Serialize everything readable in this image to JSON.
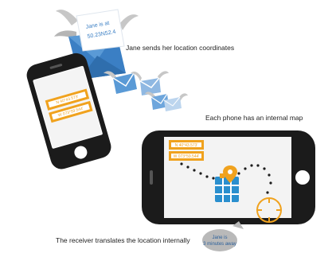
{
  "captions": {
    "sends": "Jane sends her location coordinates",
    "internal_map": "Each phone has an internal map",
    "receiver": "The receiver translates the location internally"
  },
  "envelope_note": {
    "line1": "Jane is at",
    "line2": "50.23N52.4"
  },
  "sender_phone": {
    "coord_top": "N 40°43.573'",
    "coord_bottom": "W 073°59.544'"
  },
  "receiver_phone": {
    "coord_top": "N 40°43.573'",
    "coord_bottom": "W 073°59.544'"
  },
  "bubble": {
    "line1": "Jane is",
    "line2": "3 minutes away"
  },
  "colors": {
    "accent_orange": "#f0a21e",
    "map_blue": "#2a8fce",
    "envelope_blue": "#3b7fc4",
    "phone_black": "#1b1b1b",
    "bubble_grey": "#b9b9b9"
  }
}
